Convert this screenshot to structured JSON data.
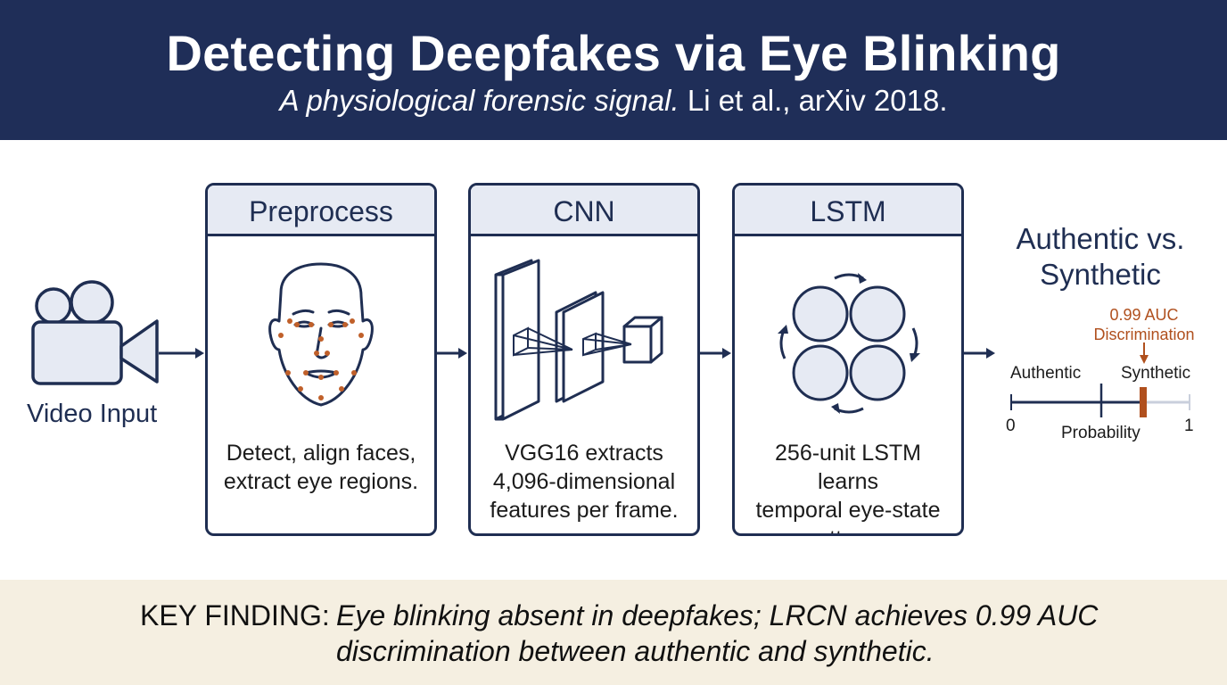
{
  "header": {
    "title": "Detecting Deepfakes via Eye Blinking",
    "subtitle_italic": "A physiological forensic signal.",
    "subtitle_cite": " Li et al., arXiv 2018."
  },
  "input": {
    "label": "Video Input",
    "icon": "video-camera-icon"
  },
  "stages": [
    {
      "title": "Preprocess",
      "desc_lines": [
        "Detect, align faces,",
        "extract eye regions."
      ],
      "icon": "face-landmarks-icon"
    },
    {
      "title": "CNN",
      "desc_lines": [
        "VGG16 extracts",
        "4,096-dimensional",
        "features per frame."
      ],
      "icon": "cnn-layers-icon"
    },
    {
      "title": "LSTM",
      "desc_lines": [
        "256-unit LSTM learns",
        "temporal eye-state",
        "patterns."
      ],
      "icon": "recurrent-cycle-icon"
    }
  ],
  "result": {
    "title_lines": [
      "Authentic vs.",
      "Synthetic"
    ],
    "auc_lines": [
      "0.99 AUC",
      "Discrimination"
    ],
    "left_label": "Authentic",
    "right_label": "Synthetic",
    "axis_min": "0",
    "axis_max": "1",
    "axis_label": "Probability",
    "accent_color": "#b0501e"
  },
  "finding": {
    "key": "KEY FINDING:",
    "lines": [
      "Eye blinking absent in deepfakes; LRCN achieves 0.99 AUC",
      "discrimination between authentic and synthetic."
    ]
  },
  "colors": {
    "navy": "#1f2e58",
    "ink": "#1f2e52",
    "panel": "#e6eaf3",
    "beige": "#f5efe1",
    "accent": "#b0501e"
  }
}
